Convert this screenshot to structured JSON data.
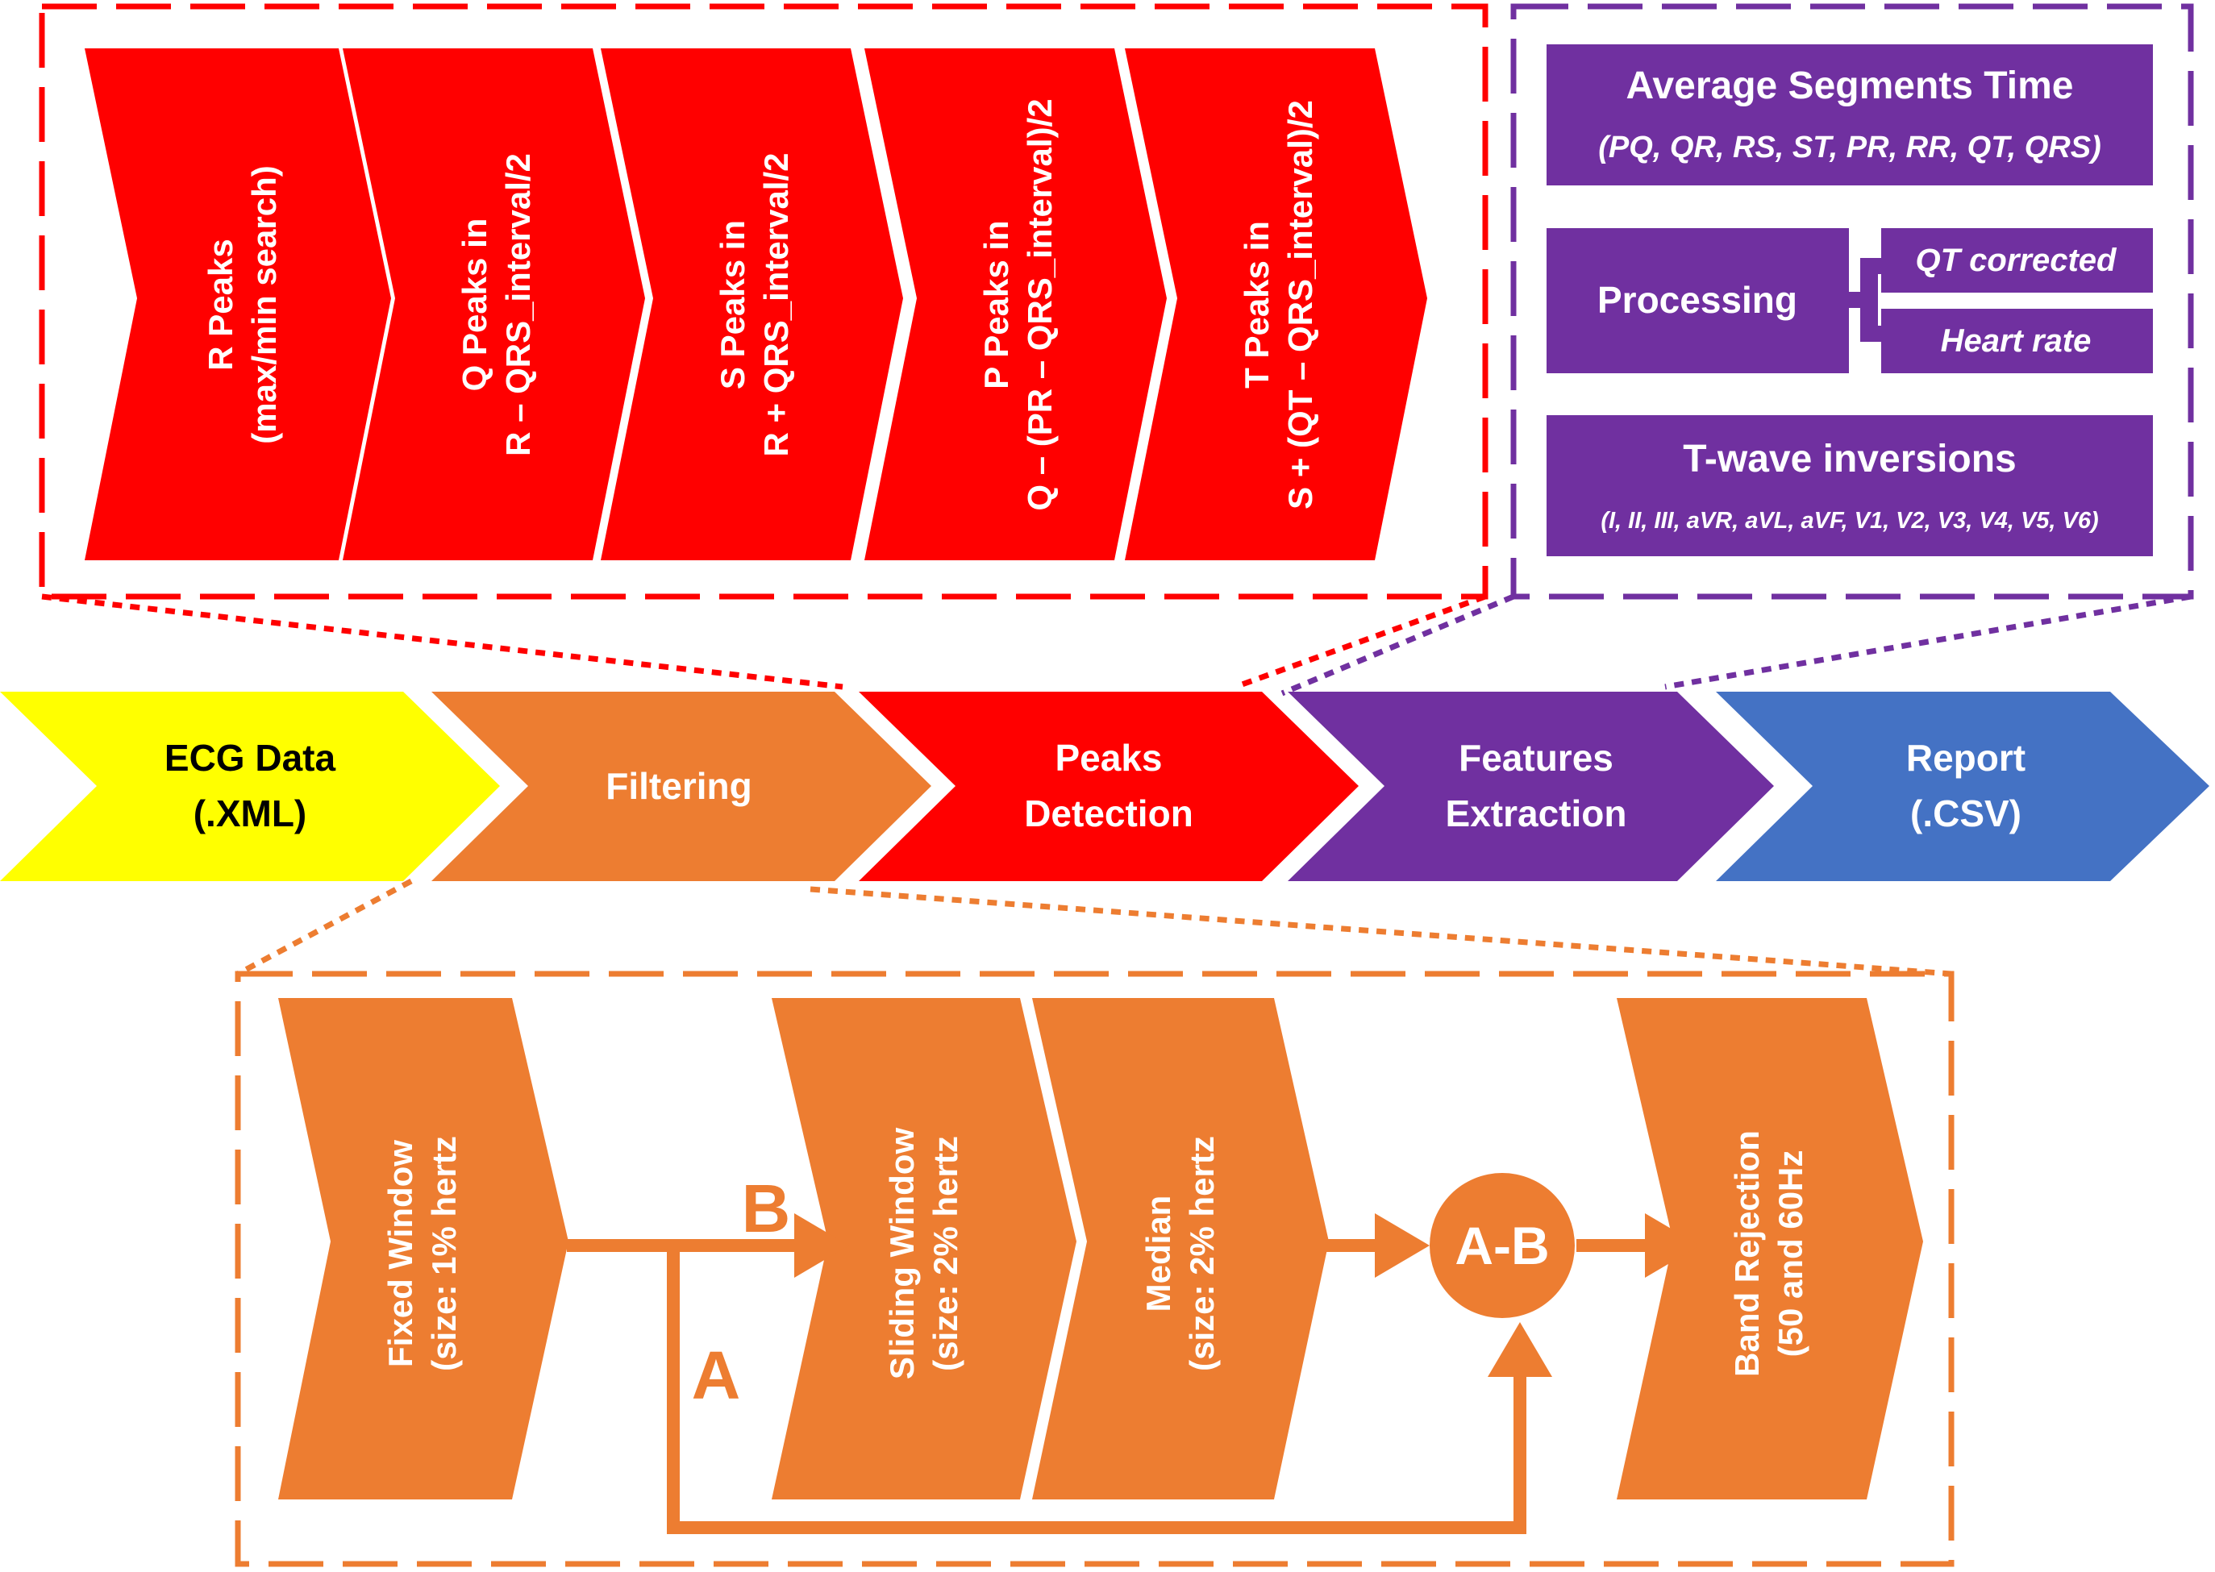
{
  "colors": {
    "red": "#ff0000",
    "orange": "#ed7d31",
    "purple": "#7030a0",
    "yellow": "#ffff00",
    "blue": "#4472c4",
    "text_dark": "#000000",
    "text_light": "#ffffff"
  },
  "main_flow": [
    {
      "line1": "ECG Data",
      "line2": "(.XML)"
    },
    {
      "line1": "Filtering",
      "line2": ""
    },
    {
      "line1": "Peaks",
      "line2": "Detection"
    },
    {
      "line1": "Features",
      "line2": "Extraction"
    },
    {
      "line1": "Report",
      "line2": "(.CSV)"
    }
  ],
  "peaks_detection": [
    {
      "line1": "R Peaks",
      "line2": "(max/min search)"
    },
    {
      "line1": "Q Peaks in",
      "line2": "R – QRS_interval/2"
    },
    {
      "line1": "S Peaks in",
      "line2": "R + QRS_interval/2"
    },
    {
      "line1": "P Peaks in",
      "line2": "Q – (PR – QRS_interval)/2"
    },
    {
      "line1": "T Peaks in",
      "line2": "S + (QT – QRS_interval)/2"
    }
  ],
  "features": {
    "avg_title": "Average Segments Time",
    "avg_sub": "(PQ, QR, RS, ST, PR, RR, QT, QRS)",
    "processing": "Processing",
    "qt_corrected": "QT corrected",
    "heart_rate": "Heart rate",
    "twave_title": "T-wave inversions",
    "twave_sub": "(I, II, III, aVR, aVL, aVF, V1, V2, V3, V4, V5, V6)"
  },
  "filtering": {
    "steps": [
      {
        "line1": "Fixed Window",
        "line2": "(size: 1% hertz"
      },
      {
        "line1": "Sliding Window",
        "line2": "(size: 2% hertz"
      },
      {
        "line1": "Median",
        "line2": "(size: 2% hertz"
      },
      {
        "line1": "Band Rejection",
        "line2": "(50 and 60Hz"
      }
    ],
    "label_a": "A",
    "label_b": "B",
    "subtract_label": "A-B"
  }
}
